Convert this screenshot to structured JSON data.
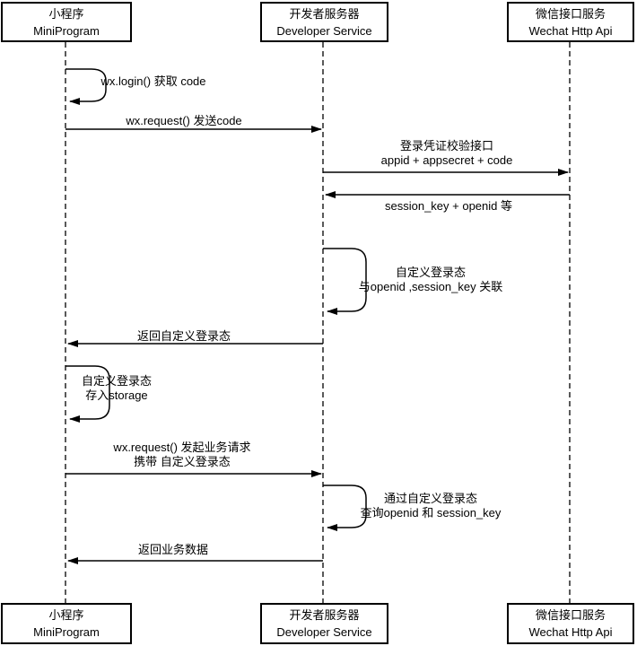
{
  "diagram": {
    "type": "sequence-diagram",
    "subject": "WeChat MiniProgram login flow",
    "colors": {
      "background": "#ffffff",
      "line": "#000000",
      "text": "#000000",
      "participant_fill": "#ffffff",
      "participant_border": "#000000"
    },
    "participants": [
      {
        "id": "miniprogram",
        "line1": "小程序",
        "line2": "MiniProgram"
      },
      {
        "id": "developer-service",
        "line1": "开发者服务器",
        "line2": "Developer Service"
      },
      {
        "id": "wechat-api",
        "line1": "微信接口服务",
        "line2": "Wechat Http Api"
      }
    ],
    "messages": [
      {
        "from": "miniprogram",
        "to": "miniprogram",
        "type": "self-loop",
        "text": [
          "wx.login() 获取 code"
        ]
      },
      {
        "from": "miniprogram",
        "to": "developer-service",
        "type": "solid-arrow",
        "text": [
          "wx.request() 发送code"
        ]
      },
      {
        "from": "developer-service",
        "to": "wechat-api",
        "type": "solid-arrow",
        "text": [
          "登录凭证校验接口",
          "appid + appsecret + code"
        ]
      },
      {
        "from": "wechat-api",
        "to": "developer-service",
        "type": "solid-arrow",
        "text": [
          "session_key + openid 等"
        ]
      },
      {
        "from": "developer-service",
        "to": "developer-service",
        "type": "self-loop",
        "text": [
          "自定义登录态",
          "与openid ,session_key 关联"
        ]
      },
      {
        "from": "developer-service",
        "to": "miniprogram",
        "type": "solid-arrow",
        "text": [
          "返回自定义登录态"
        ]
      },
      {
        "from": "miniprogram",
        "to": "miniprogram",
        "type": "self-loop",
        "text": [
          "自定义登录态",
          "存入storage"
        ]
      },
      {
        "from": "miniprogram",
        "to": "developer-service",
        "type": "solid-arrow",
        "text": [
          "wx.request() 发起业务请求",
          "携带 自定义登录态"
        ]
      },
      {
        "from": "developer-service",
        "to": "developer-service",
        "type": "self-loop",
        "text": [
          "通过自定义登录态",
          "查询openid 和 session_key"
        ]
      },
      {
        "from": "developer-service",
        "to": "miniprogram",
        "type": "solid-arrow",
        "text": [
          "返回业务数据"
        ]
      }
    ]
  }
}
